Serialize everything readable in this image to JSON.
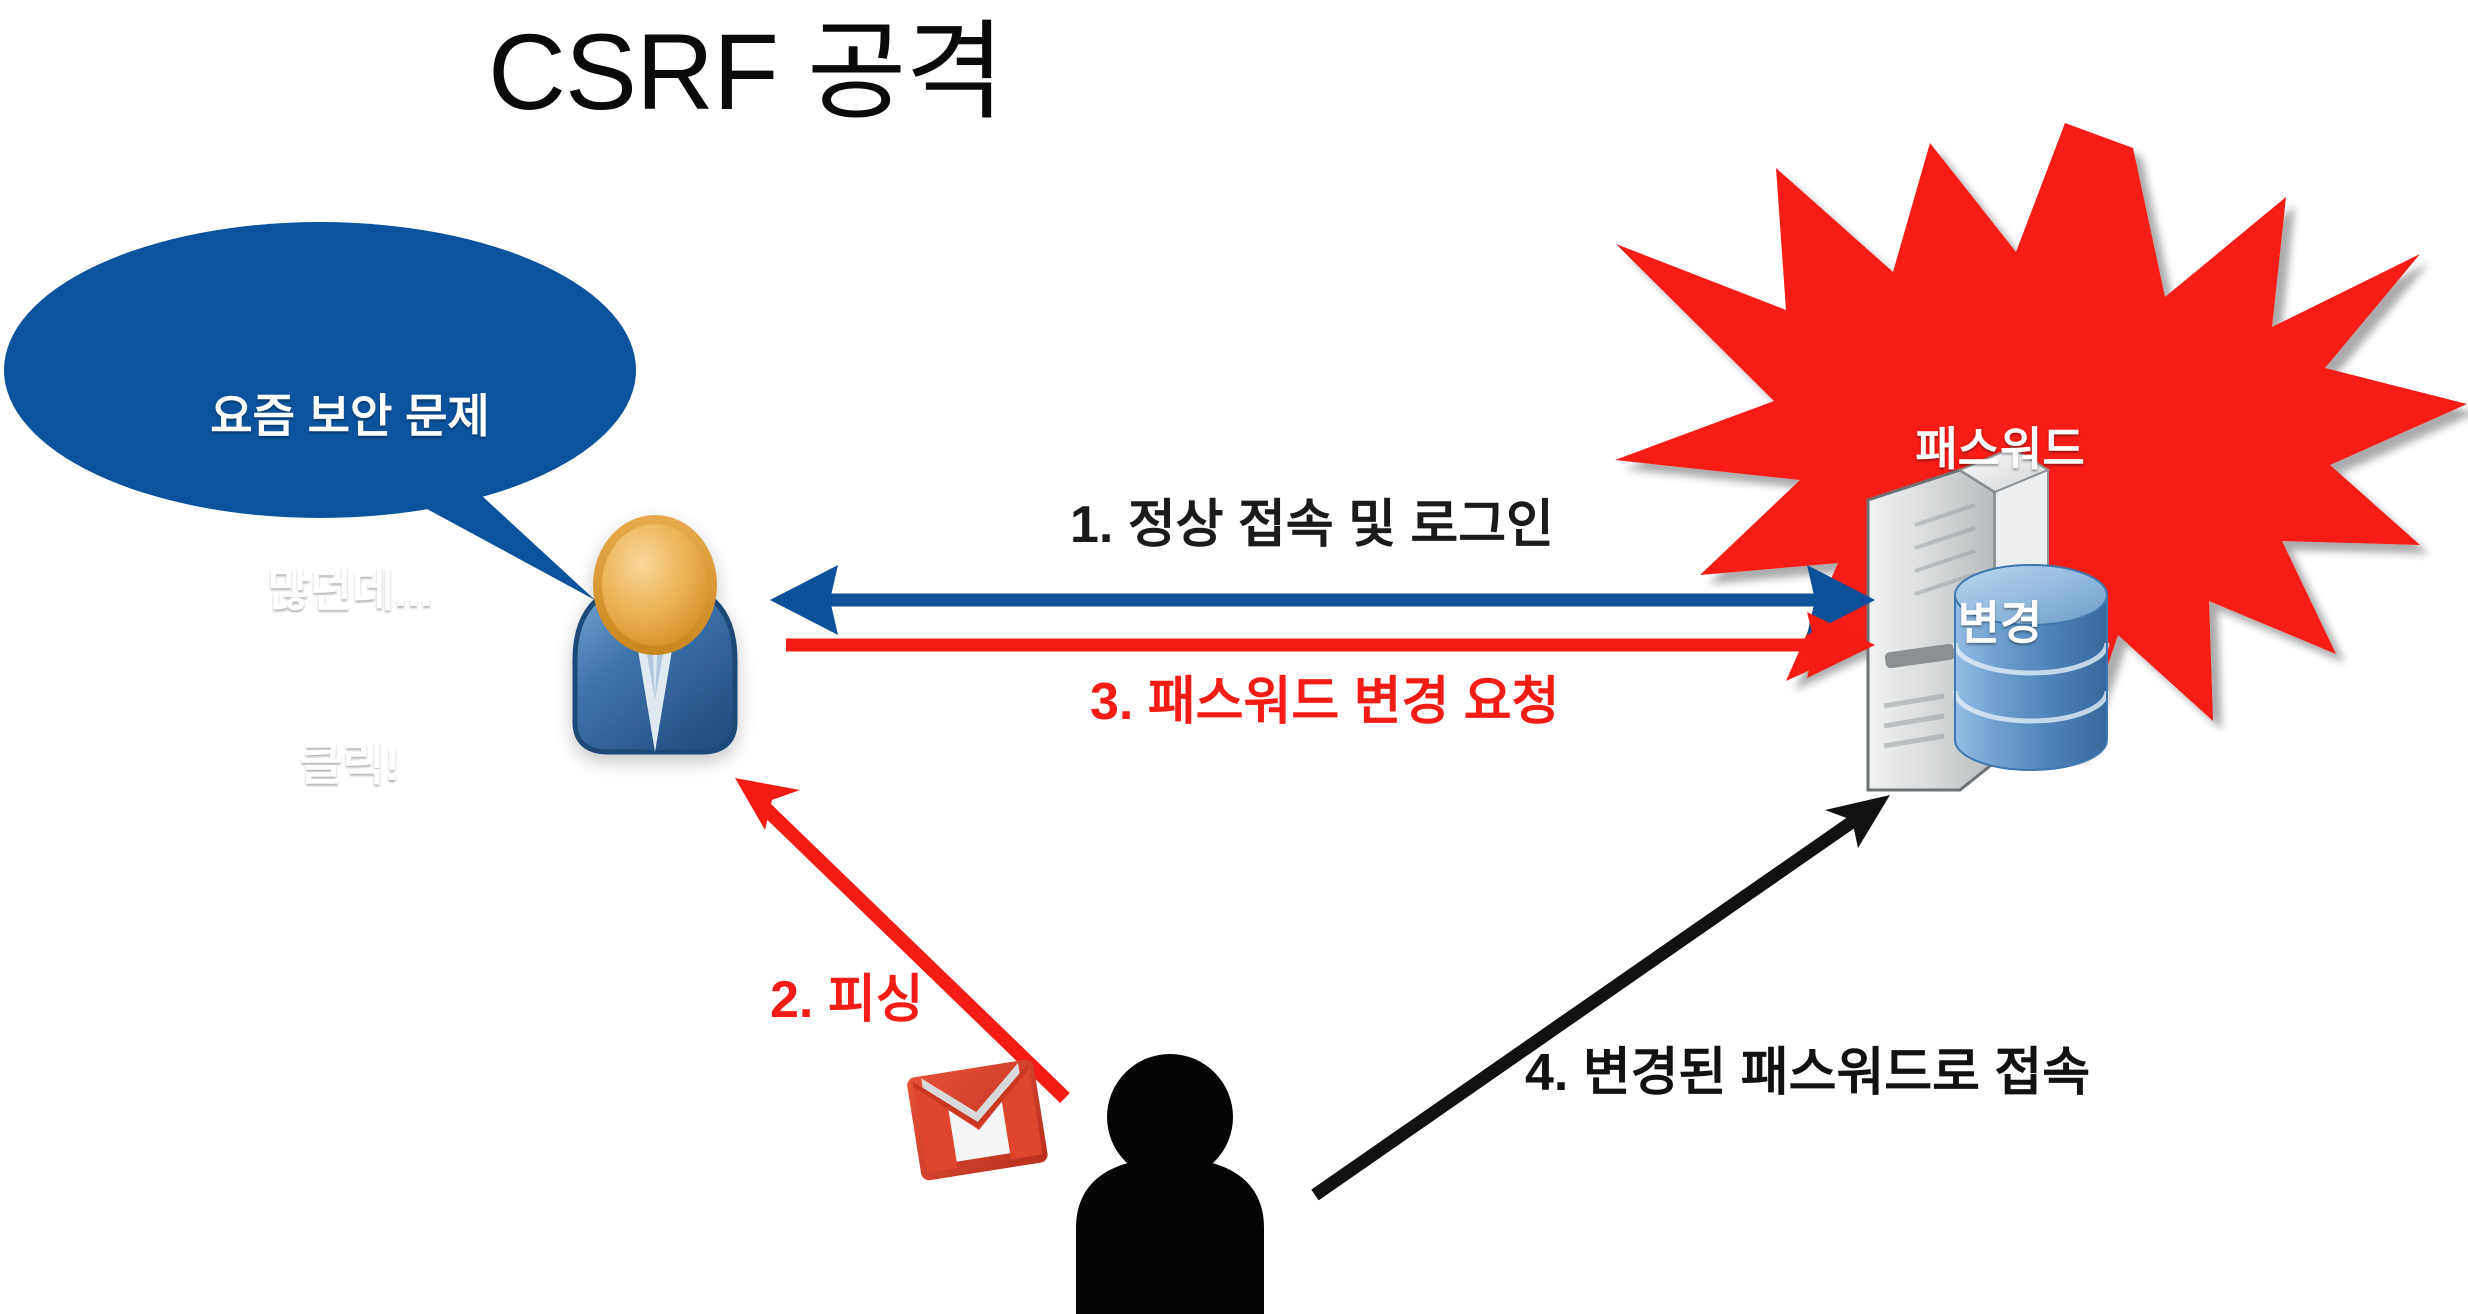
{
  "page": {
    "title": "CSRF 공격",
    "background_color": "#ffffff"
  },
  "colors": {
    "bubble_blue": "#0b539c",
    "arrow_blue": "#0d5299",
    "burst_red": "#f71b12",
    "arrow_red": "#f41c15",
    "arrow_black": "#111111",
    "user_head": "#e8a33d",
    "user_body": "#3a6ea5",
    "server_gray": "#d5d7d8",
    "database_blue": "#5b8fc9",
    "attacker_black": "#050505",
    "gmail_red": "#d93025"
  },
  "speech_bubble": {
    "line1": "요즘 보안 문제",
    "line2": "많던데...",
    "line3": "클릭!"
  },
  "burst": {
    "line1": "패스워드",
    "line2": "변경"
  },
  "flows": [
    {
      "id": "step1",
      "label": "1. 정상 접속 및 로그인",
      "color": "#0d5299",
      "from": "server",
      "to": "user",
      "direction": "bidirectional"
    },
    {
      "id": "step2",
      "label": "2. 피싱",
      "color": "#f41c15",
      "from": "attacker",
      "to": "user",
      "direction": "one-way"
    },
    {
      "id": "step3",
      "label": "3. 패스워드 변경 요청",
      "color": "#f41c15",
      "from": "user",
      "to": "server",
      "direction": "one-way"
    },
    {
      "id": "step4",
      "label": "4. 변경된 패스워드로 접속",
      "color": "#111111",
      "from": "attacker",
      "to": "server",
      "direction": "one-way"
    }
  ],
  "actors": {
    "user": "victim-user",
    "server": "web-server-database",
    "attacker": "attacker-person",
    "mail": "gmail-envelope"
  }
}
